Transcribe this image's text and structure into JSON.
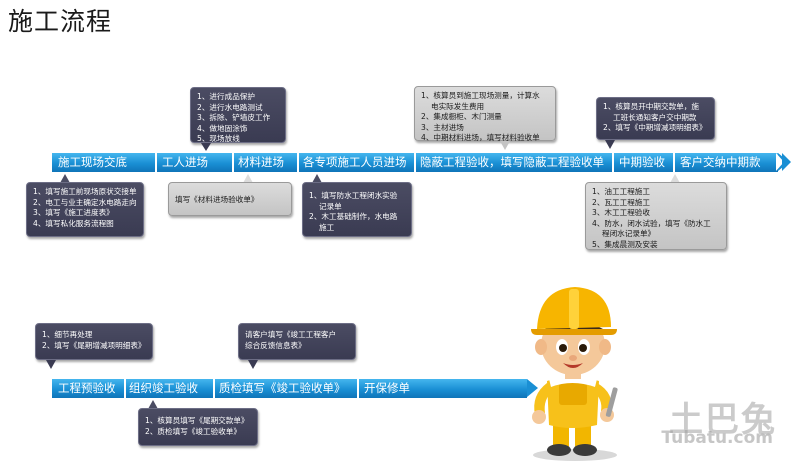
{
  "title": "施工流程",
  "timeline1": {
    "segments": [
      "施工现场交底",
      "工人进场",
      "材料进场",
      "各专项施工人员进场",
      "隐蔽工程验收，填写隐蔽工程验收单",
      "中期验收",
      "客户交纳中期款"
    ]
  },
  "timeline2": {
    "segments": [
      "工程预验收",
      "组织竣工验收",
      "质检填写《竣工验收单》",
      "开保修单"
    ]
  },
  "callouts": {
    "b1": [
      "1、进行成品保护",
      "2、进行水电路测试",
      "3、拆除、铲墙皮工作",
      "4、做地固涂饰",
      "5、现场放线"
    ],
    "b2": [
      "1、核算员到施工现场测量，计算水",
      "电实际发生费用",
      "2、集成橱柜、木门测量",
      "3、主材进场",
      "4、中期材料进场，填写材料验收单"
    ],
    "b3": [
      "1、核算员开中期交款单，施",
      "工班长通知客户交中期款",
      "2、填写《中期增减项明细表》"
    ],
    "b4": [
      "1、填写施工前现场原状交接单",
      "2、电工与业主确定水电路走向",
      "3、填写《施工进度表》",
      "4、填写私化服务流程图"
    ],
    "b5": [
      "填写《材料进场验收单》"
    ],
    "b6": [
      "1、填写防水工程闭水实验",
      "记录单",
      "2、木工基础制作，水电路",
      "施工"
    ],
    "b7": [
      "1、油工工程施工",
      "2、瓦工工程施工",
      "3、木工工程验收",
      "4、防水，闭水试验，填写《防水工",
      "程闭水记录单》",
      "5、集成晨测及安装"
    ],
    "b8": [
      "1、细节再处理",
      "2、填写《尾期增减项明细表》"
    ],
    "b9": [
      "请客户填写《竣工工程客户",
      "综合反馈信息表》"
    ],
    "b10": [
      "1、核算员填写《尾期交款单》",
      "2、质检填写《竣工验收单》"
    ]
  },
  "watermark": {
    "cn": "土巴兔",
    "en": "Tubatu.com"
  },
  "colors": {
    "arrow": "#1a8fd4",
    "box_dark": "#3f4057",
    "box_light": "#d0d0d0"
  }
}
